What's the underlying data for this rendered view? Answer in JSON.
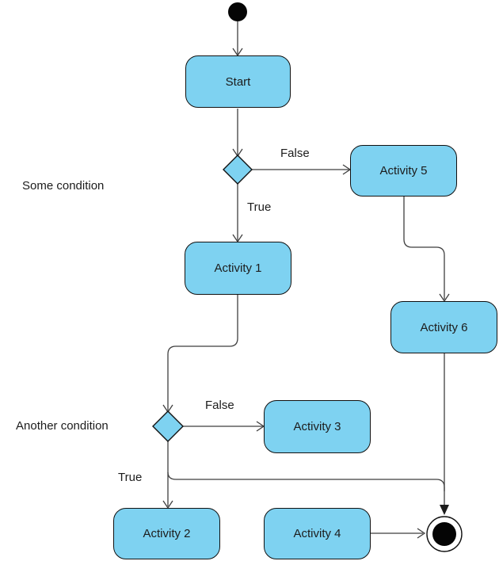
{
  "diagram": {
    "type": "uml-activity-diagram",
    "colors": {
      "background": "#ffffff",
      "node_fill": "#7ed2f1",
      "node_border": "#111111",
      "edge": "#3f3f3f",
      "text": "#1c1c1c"
    },
    "nodes": {
      "start": {
        "label": "Start"
      },
      "activity1": {
        "label": "Activity 1"
      },
      "activity2": {
        "label": "Activity 2"
      },
      "activity3": {
        "label": "Activity 3"
      },
      "activity4": {
        "label": "Activity 4"
      },
      "activity5": {
        "label": "Activity 5"
      },
      "activity6": {
        "label": "Activity 6"
      }
    },
    "decisions": {
      "decision1": {
        "label": "Some condition",
        "true_branch": "True",
        "false_branch": "False"
      },
      "decision2": {
        "label": "Another condition",
        "true_branch": "True",
        "false_branch": "False"
      }
    }
  }
}
